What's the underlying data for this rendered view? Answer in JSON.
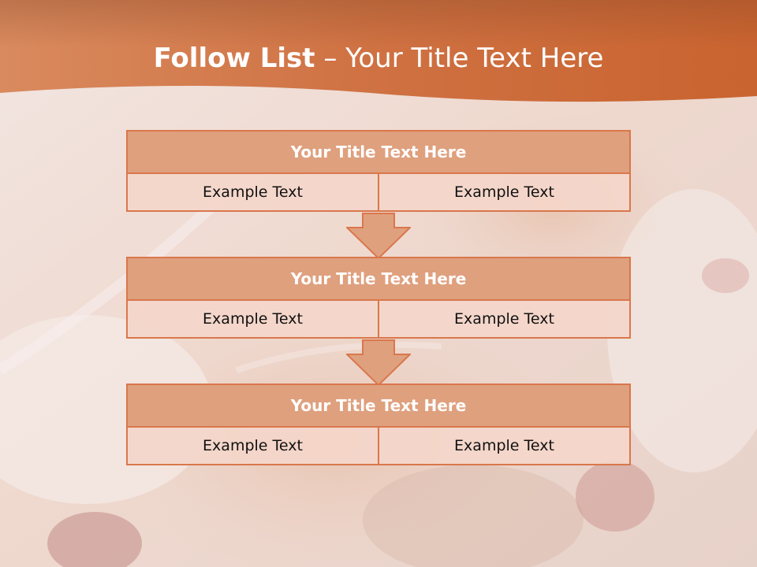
{
  "title": {
    "bold": "Follow List",
    "rest": " – Your Title Text Here"
  },
  "blocks": [
    {
      "title": "Your Title Text Here",
      "left": "Example Text",
      "right": "Example Text"
    },
    {
      "title": "Your Title Text Here",
      "left": "Example Text",
      "right": "Example Text"
    },
    {
      "title": "Your Title Text Here",
      "left": "Example Text",
      "right": "Example Text"
    }
  ],
  "colors": {
    "header": "#c4663a",
    "block_fill": "#dfa07e",
    "border": "#d9774c",
    "cell_fill": "#f4d6ca"
  }
}
